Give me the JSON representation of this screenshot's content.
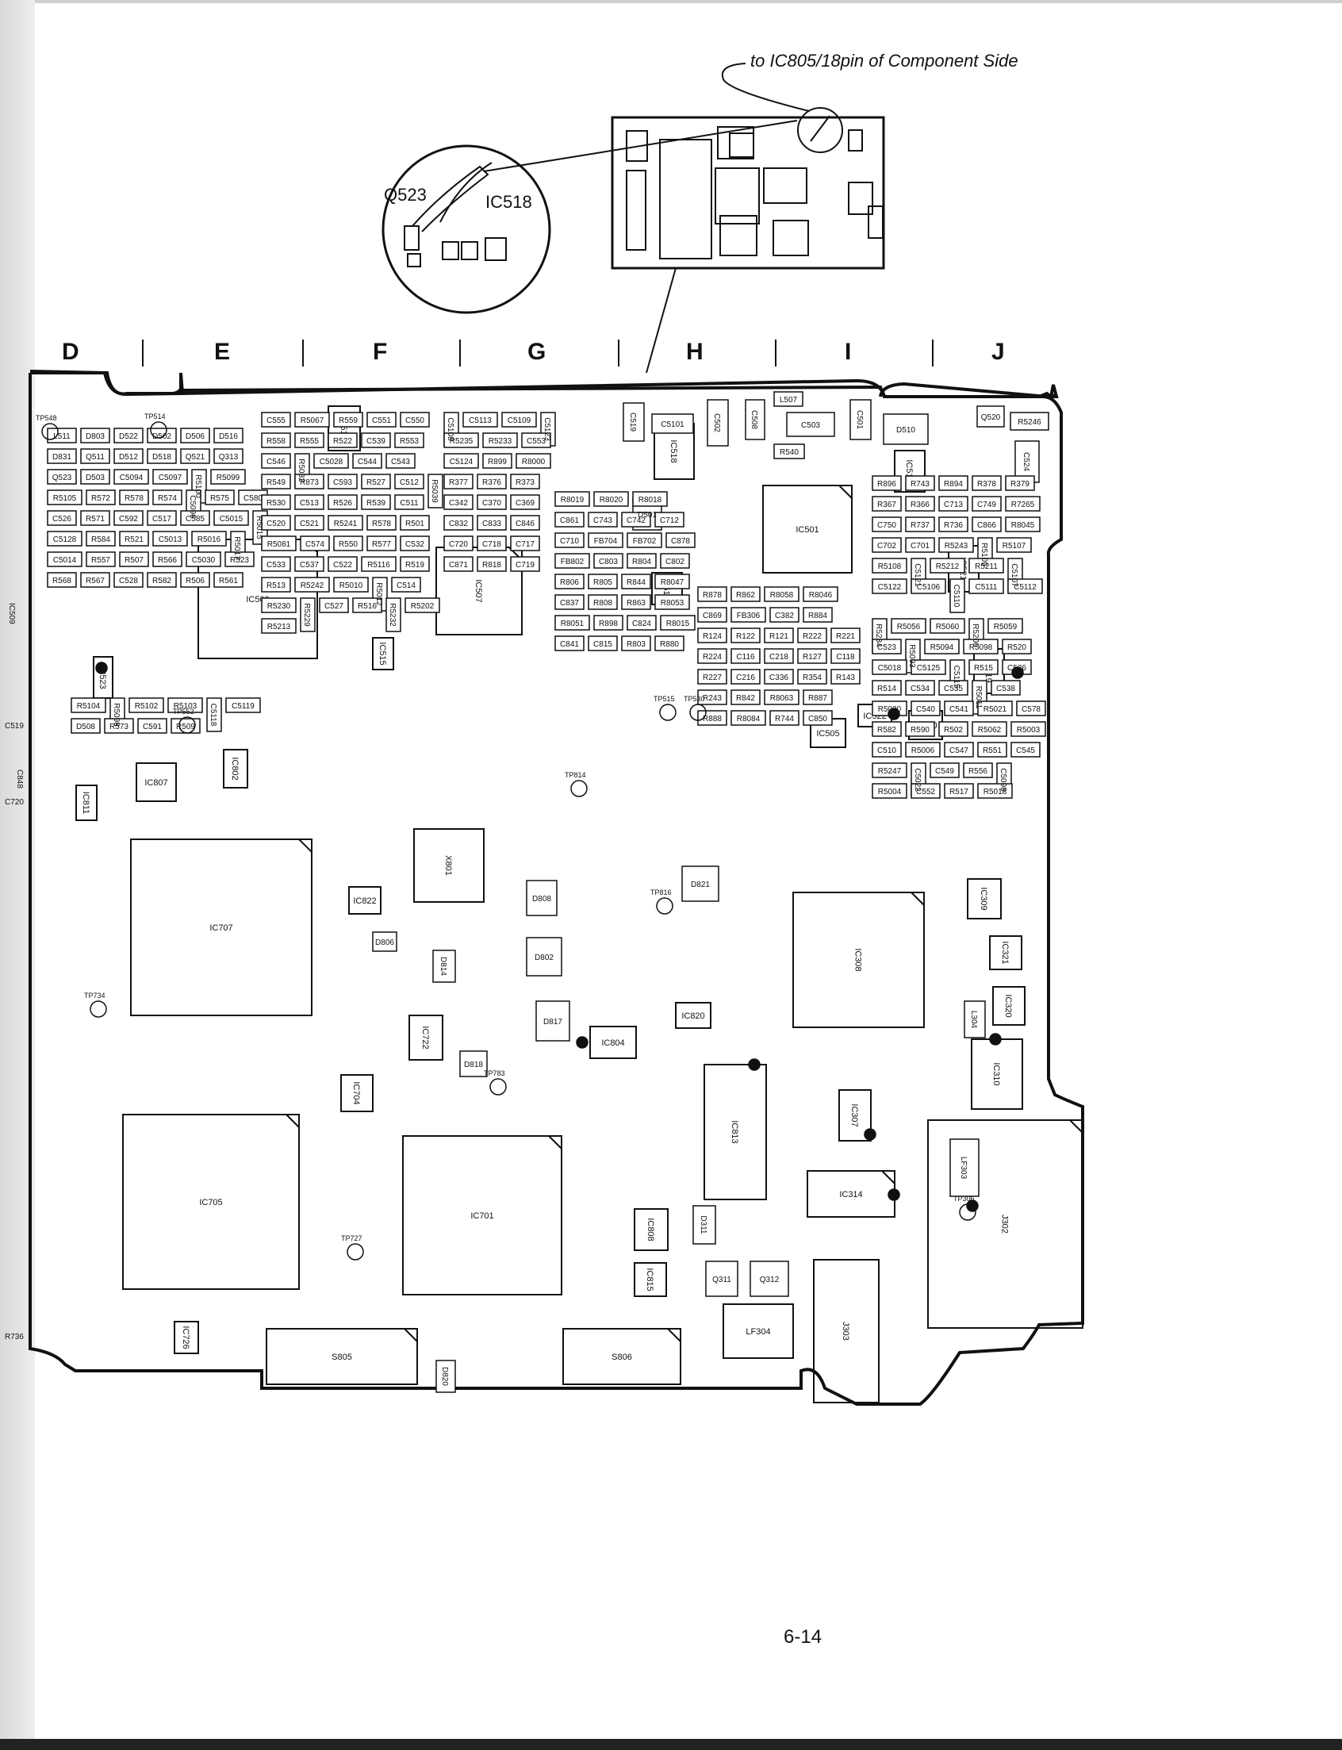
{
  "callout_text": "to IC805/18pin of Component Side",
  "page_number": "6-14",
  "inset": {
    "labels": [
      "Q523",
      "IC518"
    ]
  },
  "grid_columns": [
    "D",
    "E",
    "F",
    "G",
    "H",
    "I",
    "J"
  ],
  "side_labels": [
    "IC509",
    "C519",
    "C848",
    "C720",
    "R736"
  ],
  "components": [
    {
      "ref": "IC509",
      "kind": "chip"
    },
    {
      "ref": "IC507",
      "kind": "chip"
    },
    {
      "ref": "IC501",
      "kind": "chip"
    },
    {
      "ref": "IC707",
      "kind": "chip"
    },
    {
      "ref": "IC705",
      "kind": "chip"
    },
    {
      "ref": "IC701",
      "kind": "chip"
    },
    {
      "ref": "IC308",
      "kind": "chip"
    },
    {
      "ref": "IC813",
      "kind": "chip"
    },
    {
      "ref": "IC314",
      "kind": "chip"
    },
    {
      "ref": "X801",
      "kind": "chip"
    },
    {
      "ref": "J302",
      "kind": "chip"
    },
    {
      "ref": "J303",
      "kind": "chip"
    },
    {
      "ref": "S805",
      "kind": "chip"
    },
    {
      "ref": "S806",
      "kind": "chip"
    },
    {
      "ref": "IC518",
      "kind": "chip"
    },
    {
      "ref": "IC517",
      "kind": "chip"
    },
    {
      "ref": "IC521",
      "kind": "chip"
    },
    {
      "ref": "IC519",
      "kind": "chip"
    },
    {
      "ref": "IC510",
      "kind": "chip"
    },
    {
      "ref": "IC505",
      "kind": "chip"
    },
    {
      "ref": "IC516",
      "kind": "chip"
    },
    {
      "ref": "IC512",
      "kind": "chip"
    },
    {
      "ref": "IC515",
      "kind": "chip"
    },
    {
      "ref": "IC802",
      "kind": "chip"
    },
    {
      "ref": "IC807",
      "kind": "chip"
    },
    {
      "ref": "IC822",
      "kind": "chip"
    },
    {
      "ref": "IC722",
      "kind": "chip"
    },
    {
      "ref": "IC704",
      "kind": "chip"
    },
    {
      "ref": "IC804",
      "kind": "chip"
    },
    {
      "ref": "IC820",
      "kind": "chip"
    },
    {
      "ref": "IC309",
      "kind": "chip"
    },
    {
      "ref": "IC321",
      "kind": "chip"
    },
    {
      "ref": "IC320",
      "kind": "chip"
    },
    {
      "ref": "IC310",
      "kind": "chip"
    },
    {
      "ref": "IC307",
      "kind": "chip"
    },
    {
      "ref": "IC808",
      "kind": "chip"
    },
    {
      "ref": "IC815",
      "kind": "chip"
    },
    {
      "ref": "IC726",
      "kind": "chip"
    },
    {
      "ref": "IC811",
      "kind": "chip"
    },
    {
      "ref": "IC523",
      "kind": "chip"
    },
    {
      "ref": "IC522",
      "kind": "chip"
    },
    {
      "ref": "LF304",
      "kind": "chip"
    },
    {
      "ref": "LF303",
      "kind": "small"
    },
    {
      "ref": "L304",
      "kind": "small"
    },
    {
      "ref": "L511",
      "kind": "small"
    },
    {
      "ref": "L507",
      "kind": "small"
    },
    {
      "ref": "D510",
      "kind": "small"
    },
    {
      "ref": "Q520",
      "kind": "small"
    },
    {
      "ref": "D501",
      "kind": "small"
    },
    {
      "ref": "D821",
      "kind": "small"
    },
    {
      "ref": "D817",
      "kind": "small"
    },
    {
      "ref": "D818",
      "kind": "small"
    },
    {
      "ref": "D820",
      "kind": "small"
    },
    {
      "ref": "D806",
      "kind": "small"
    },
    {
      "ref": "D814",
      "kind": "small"
    },
    {
      "ref": "D808",
      "kind": "small"
    },
    {
      "ref": "D802",
      "kind": "small"
    },
    {
      "ref": "D803",
      "kind": "small"
    },
    {
      "ref": "D522",
      "kind": "small"
    },
    {
      "ref": "D502",
      "kind": "small"
    },
    {
      "ref": "D506",
      "kind": "small"
    },
    {
      "ref": "D516",
      "kind": "small"
    },
    {
      "ref": "D831",
      "kind": "small"
    },
    {
      "ref": "D311",
      "kind": "small"
    },
    {
      "ref": "Q311",
      "kind": "small"
    },
    {
      "ref": "Q312",
      "kind": "small"
    },
    {
      "ref": "Q511",
      "kind": "small"
    },
    {
      "ref": "D512",
      "kind": "small"
    },
    {
      "ref": "D518",
      "kind": "small"
    },
    {
      "ref": "Q521",
      "kind": "small"
    },
    {
      "ref": "Q313",
      "kind": "small"
    },
    {
      "ref": "Q523",
      "kind": "small"
    },
    {
      "ref": "D503",
      "kind": "small"
    },
    {
      "ref": "C503",
      "kind": "small"
    },
    {
      "ref": "C5101",
      "kind": "small"
    },
    {
      "ref": "C519",
      "kind": "small"
    },
    {
      "ref": "C502",
      "kind": "small"
    },
    {
      "ref": "C508",
      "kind": "small"
    },
    {
      "ref": "C501",
      "kind": "small"
    },
    {
      "ref": "R540",
      "kind": "small"
    },
    {
      "ref": "R5246",
      "kind": "small"
    },
    {
      "ref": "C524",
      "kind": "small"
    },
    {
      "ref": "C5094",
      "kind": "small"
    },
    {
      "ref": "C5097",
      "kind": "small"
    },
    {
      "ref": "R5100",
      "kind": "small"
    },
    {
      "ref": "R5099",
      "kind": "small"
    },
    {
      "ref": "R5105",
      "kind": "small"
    },
    {
      "ref": "R572",
      "kind": "small"
    },
    {
      "ref": "R578",
      "kind": "small"
    },
    {
      "ref": "R574",
      "kind": "small"
    },
    {
      "ref": "C5096",
      "kind": "small"
    },
    {
      "ref": "R575",
      "kind": "small"
    },
    {
      "ref": "C580",
      "kind": "small"
    },
    {
      "ref": "C526",
      "kind": "small"
    },
    {
      "ref": "R571",
      "kind": "small"
    },
    {
      "ref": "C592",
      "kind": "small"
    },
    {
      "ref": "C517",
      "kind": "small"
    },
    {
      "ref": "C585",
      "kind": "small"
    },
    {
      "ref": "C5015",
      "kind": "small"
    },
    {
      "ref": "R5015",
      "kind": "small"
    },
    {
      "ref": "C5128",
      "kind": "small"
    },
    {
      "ref": "R584",
      "kind": "small"
    },
    {
      "ref": "R521",
      "kind": "small"
    },
    {
      "ref": "C5013",
      "kind": "small"
    },
    {
      "ref": "R5016",
      "kind": "small"
    },
    {
      "ref": "R5017",
      "kind": "small"
    },
    {
      "ref": "C5014",
      "kind": "small"
    },
    {
      "ref": "R557",
      "kind": "small"
    },
    {
      "ref": "R507",
      "kind": "small"
    },
    {
      "ref": "R566",
      "kind": "small"
    },
    {
      "ref": "C5030",
      "kind": "small"
    },
    {
      "ref": "R523",
      "kind": "small"
    },
    {
      "ref": "R568",
      "kind": "small"
    },
    {
      "ref": "R567",
      "kind": "small"
    },
    {
      "ref": "C528",
      "kind": "small"
    },
    {
      "ref": "R582",
      "kind": "small"
    },
    {
      "ref": "R506",
      "kind": "small"
    },
    {
      "ref": "R561",
      "kind": "small"
    },
    {
      "ref": "C555",
      "kind": "small"
    },
    {
      "ref": "R5067",
      "kind": "small"
    },
    {
      "ref": "R559",
      "kind": "small"
    },
    {
      "ref": "C551",
      "kind": "small"
    },
    {
      "ref": "C550",
      "kind": "small"
    },
    {
      "ref": "R558",
      "kind": "small"
    },
    {
      "ref": "R555",
      "kind": "small"
    },
    {
      "ref": "R522",
      "kind": "small"
    },
    {
      "ref": "C539",
      "kind": "small"
    },
    {
      "ref": "R553",
      "kind": "small"
    },
    {
      "ref": "C546",
      "kind": "small"
    },
    {
      "ref": "R5032",
      "kind": "small"
    },
    {
      "ref": "C5028",
      "kind": "small"
    },
    {
      "ref": "C544",
      "kind": "small"
    },
    {
      "ref": "C543",
      "kind": "small"
    },
    {
      "ref": "R549",
      "kind": "small"
    },
    {
      "ref": "R873",
      "kind": "small"
    },
    {
      "ref": "C593",
      "kind": "small"
    },
    {
      "ref": "R527",
      "kind": "small"
    },
    {
      "ref": "C512",
      "kind": "small"
    },
    {
      "ref": "R5039",
      "kind": "small"
    },
    {
      "ref": "R530",
      "kind": "small"
    },
    {
      "ref": "C513",
      "kind": "small"
    },
    {
      "ref": "R526",
      "kind": "small"
    },
    {
      "ref": "R539",
      "kind": "small"
    },
    {
      "ref": "C511",
      "kind": "small"
    },
    {
      "ref": "C520",
      "kind": "small"
    },
    {
      "ref": "C521",
      "kind": "small"
    },
    {
      "ref": "R5241",
      "kind": "small"
    },
    {
      "ref": "R578",
      "kind": "small"
    },
    {
      "ref": "R501",
      "kind": "small"
    },
    {
      "ref": "R5081",
      "kind": "small"
    },
    {
      "ref": "C574",
      "kind": "small"
    },
    {
      "ref": "R550",
      "kind": "small"
    },
    {
      "ref": "R577",
      "kind": "small"
    },
    {
      "ref": "C532",
      "kind": "small"
    },
    {
      "ref": "C533",
      "kind": "small"
    },
    {
      "ref": "C537",
      "kind": "small"
    },
    {
      "ref": "C522",
      "kind": "small"
    },
    {
      "ref": "R5116",
      "kind": "small"
    },
    {
      "ref": "R519",
      "kind": "small"
    },
    {
      "ref": "R513",
      "kind": "small"
    },
    {
      "ref": "R5242",
      "kind": "small"
    },
    {
      "ref": "R5010",
      "kind": "small"
    },
    {
      "ref": "R5012",
      "kind": "small"
    },
    {
      "ref": "C514",
      "kind": "small"
    },
    {
      "ref": "R5230",
      "kind": "small"
    },
    {
      "ref": "R5229",
      "kind": "small"
    },
    {
      "ref": "C527",
      "kind": "small"
    },
    {
      "ref": "R516",
      "kind": "small"
    },
    {
      "ref": "R5232",
      "kind": "small"
    },
    {
      "ref": "R5202",
      "kind": "small"
    },
    {
      "ref": "R5213",
      "kind": "small"
    },
    {
      "ref": "C5108",
      "kind": "small"
    },
    {
      "ref": "C5113",
      "kind": "small"
    },
    {
      "ref": "C5109",
      "kind": "small"
    },
    {
      "ref": "C5123",
      "kind": "small"
    },
    {
      "ref": "R5235",
      "kind": "small"
    },
    {
      "ref": "R5233",
      "kind": "small"
    },
    {
      "ref": "C553",
      "kind": "small"
    },
    {
      "ref": "C5124",
      "kind": "small"
    },
    {
      "ref": "R899",
      "kind": "small"
    },
    {
      "ref": "R8000",
      "kind": "small"
    },
    {
      "ref": "R377",
      "kind": "small"
    },
    {
      "ref": "R376",
      "kind": "small"
    },
    {
      "ref": "R373",
      "kind": "small"
    },
    {
      "ref": "C342",
      "kind": "small"
    },
    {
      "ref": "C370",
      "kind": "small"
    },
    {
      "ref": "C369",
      "kind": "small"
    },
    {
      "ref": "C832",
      "kind": "small"
    },
    {
      "ref": "C833",
      "kind": "small"
    },
    {
      "ref": "C846",
      "kind": "small"
    },
    {
      "ref": "C720",
      "kind": "small"
    },
    {
      "ref": "C718",
      "kind": "small"
    },
    {
      "ref": "C717",
      "kind": "small"
    },
    {
      "ref": "C871",
      "kind": "small"
    },
    {
      "ref": "R818",
      "kind": "small"
    },
    {
      "ref": "C719",
      "kind": "small"
    },
    {
      "ref": "R8019",
      "kind": "small"
    },
    {
      "ref": "R8020",
      "kind": "small"
    },
    {
      "ref": "R8018",
      "kind": "small"
    },
    {
      "ref": "C861",
      "kind": "small"
    },
    {
      "ref": "C743",
      "kind": "small"
    },
    {
      "ref": "C742",
      "kind": "small"
    },
    {
      "ref": "C712",
      "kind": "small"
    },
    {
      "ref": "C710",
      "kind": "small"
    },
    {
      "ref": "FB704",
      "kind": "small"
    },
    {
      "ref": "FB702",
      "kind": "small"
    },
    {
      "ref": "C878",
      "kind": "small"
    },
    {
      "ref": "FB802",
      "kind": "small"
    },
    {
      "ref": "C803",
      "kind": "small"
    },
    {
      "ref": "R804",
      "kind": "small"
    },
    {
      "ref": "C802",
      "kind": "small"
    },
    {
      "ref": "R806",
      "kind": "small"
    },
    {
      "ref": "R805",
      "kind": "small"
    },
    {
      "ref": "R844",
      "kind": "small"
    },
    {
      "ref": "R8047",
      "kind": "small"
    },
    {
      "ref": "C837",
      "kind": "small"
    },
    {
      "ref": "R808",
      "kind": "small"
    },
    {
      "ref": "R863",
      "kind": "small"
    },
    {
      "ref": "R8053",
      "kind": "small"
    },
    {
      "ref": "R8051",
      "kind": "small"
    },
    {
      "ref": "R898",
      "kind": "small"
    },
    {
      "ref": "C824",
      "kind": "small"
    },
    {
      "ref": "R8015",
      "kind": "small"
    },
    {
      "ref": "C841",
      "kind": "small"
    },
    {
      "ref": "C815",
      "kind": "small"
    },
    {
      "ref": "R803",
      "kind": "small"
    },
    {
      "ref": "R880",
      "kind": "small"
    },
    {
      "ref": "R878",
      "kind": "small"
    },
    {
      "ref": "R862",
      "kind": "small"
    },
    {
      "ref": "R8058",
      "kind": "small"
    },
    {
      "ref": "R8046",
      "kind": "small"
    },
    {
      "ref": "C869",
      "kind": "small"
    },
    {
      "ref": "FB306",
      "kind": "small"
    },
    {
      "ref": "C382",
      "kind": "small"
    },
    {
      "ref": "R884",
      "kind": "small"
    },
    {
      "ref": "R124",
      "kind": "small"
    },
    {
      "ref": "R122",
      "kind": "small"
    },
    {
      "ref": "R121",
      "kind": "small"
    },
    {
      "ref": "R222",
      "kind": "small"
    },
    {
      "ref": "R221",
      "kind": "small"
    },
    {
      "ref": "R224",
      "kind": "small"
    },
    {
      "ref": "C116",
      "kind": "small"
    },
    {
      "ref": "C218",
      "kind": "small"
    },
    {
      "ref": "R127",
      "kind": "small"
    },
    {
      "ref": "C118",
      "kind": "small"
    },
    {
      "ref": "R227",
      "kind": "small"
    },
    {
      "ref": "C216",
      "kind": "small"
    },
    {
      "ref": "C336",
      "kind": "small"
    },
    {
      "ref": "R354",
      "kind": "small"
    },
    {
      "ref": "R143",
      "kind": "small"
    },
    {
      "ref": "R243",
      "kind": "small"
    },
    {
      "ref": "R842",
      "kind": "small"
    },
    {
      "ref": "R8063",
      "kind": "small"
    },
    {
      "ref": "R887",
      "kind": "small"
    },
    {
      "ref": "R888",
      "kind": "small"
    },
    {
      "ref": "R8084",
      "kind": "small"
    },
    {
      "ref": "R744",
      "kind": "small"
    },
    {
      "ref": "C850",
      "kind": "small"
    },
    {
      "ref": "R896",
      "kind": "small"
    },
    {
      "ref": "R743",
      "kind": "small"
    },
    {
      "ref": "R894",
      "kind": "small"
    },
    {
      "ref": "R378",
      "kind": "small"
    },
    {
      "ref": "R379",
      "kind": "small"
    },
    {
      "ref": "R367",
      "kind": "small"
    },
    {
      "ref": "R366",
      "kind": "small"
    },
    {
      "ref": "C713",
      "kind": "small"
    },
    {
      "ref": "C749",
      "kind": "small"
    },
    {
      "ref": "R7265",
      "kind": "small"
    },
    {
      "ref": "C750",
      "kind": "small"
    },
    {
      "ref": "R737",
      "kind": "small"
    },
    {
      "ref": "R736",
      "kind": "small"
    },
    {
      "ref": "C866",
      "kind": "small"
    },
    {
      "ref": "R8045",
      "kind": "small"
    },
    {
      "ref": "C702",
      "kind": "small"
    },
    {
      "ref": "C701",
      "kind": "small"
    },
    {
      "ref": "R5243",
      "kind": "small"
    },
    {
      "ref": "R5109",
      "kind": "small"
    },
    {
      "ref": "R5107",
      "kind": "small"
    },
    {
      "ref": "R5108",
      "kind": "small"
    },
    {
      "ref": "C5121",
      "kind": "small"
    },
    {
      "ref": "R5212",
      "kind": "small"
    },
    {
      "ref": "R5211",
      "kind": "small"
    },
    {
      "ref": "C5107",
      "kind": "small"
    },
    {
      "ref": "C5122",
      "kind": "small"
    },
    {
      "ref": "C5106",
      "kind": "small"
    },
    {
      "ref": "C5110",
      "kind": "small"
    },
    {
      "ref": "C5111",
      "kind": "small"
    },
    {
      "ref": "C5112",
      "kind": "small"
    },
    {
      "ref": "R5234",
      "kind": "small"
    },
    {
      "ref": "R5056",
      "kind": "small"
    },
    {
      "ref": "R5060",
      "kind": "small"
    },
    {
      "ref": "R5200",
      "kind": "small"
    },
    {
      "ref": "R5059",
      "kind": "small"
    },
    {
      "ref": "C523",
      "kind": "small"
    },
    {
      "ref": "R5093",
      "kind": "small"
    },
    {
      "ref": "R5094",
      "kind": "small"
    },
    {
      "ref": "R5098",
      "kind": "small"
    },
    {
      "ref": "R520",
      "kind": "small"
    },
    {
      "ref": "C5018",
      "kind": "small"
    },
    {
      "ref": "C5125",
      "kind": "small"
    },
    {
      "ref": "C5115",
      "kind": "small"
    },
    {
      "ref": "R515",
      "kind": "small"
    },
    {
      "ref": "C536",
      "kind": "small"
    },
    {
      "ref": "R514",
      "kind": "small"
    },
    {
      "ref": "C534",
      "kind": "small"
    },
    {
      "ref": "C535",
      "kind": "small"
    },
    {
      "ref": "R5011",
      "kind": "small"
    },
    {
      "ref": "C538",
      "kind": "small"
    },
    {
      "ref": "R5020",
      "kind": "small"
    },
    {
      "ref": "C540",
      "kind": "small"
    },
    {
      "ref": "C541",
      "kind": "small"
    },
    {
      "ref": "R5021",
      "kind": "small"
    },
    {
      "ref": "C578",
      "kind": "small"
    },
    {
      "ref": "R582",
      "kind": "small"
    },
    {
      "ref": "R590",
      "kind": "small"
    },
    {
      "ref": "R502",
      "kind": "small"
    },
    {
      "ref": "R5062",
      "kind": "small"
    },
    {
      "ref": "R5003",
      "kind": "small"
    },
    {
      "ref": "C510",
      "kind": "small"
    },
    {
      "ref": "R5006",
      "kind": "small"
    },
    {
      "ref": "C547",
      "kind": "small"
    },
    {
      "ref": "R551",
      "kind": "small"
    },
    {
      "ref": "C545",
      "kind": "small"
    },
    {
      "ref": "R5247",
      "kind": "small"
    },
    {
      "ref": "C5022",
      "kind": "small"
    },
    {
      "ref": "C549",
      "kind": "small"
    },
    {
      "ref": "R556",
      "kind": "small"
    },
    {
      "ref": "C5098",
      "kind": "small"
    },
    {
      "ref": "R5004",
      "kind": "small"
    },
    {
      "ref": "C552",
      "kind": "small"
    },
    {
      "ref": "R517",
      "kind": "small"
    },
    {
      "ref": "R5018",
      "kind": "small"
    },
    {
      "ref": "R5104",
      "kind": "small"
    },
    {
      "ref": "R5098",
      "kind": "small"
    },
    {
      "ref": "R5102",
      "kind": "small"
    },
    {
      "ref": "R5103",
      "kind": "small"
    },
    {
      "ref": "C5118",
      "kind": "small"
    },
    {
      "ref": "C5119",
      "kind": "small"
    },
    {
      "ref": "D508",
      "kind": "small"
    },
    {
      "ref": "R573",
      "kind": "small"
    },
    {
      "ref": "C591",
      "kind": "small"
    },
    {
      "ref": "R509",
      "kind": "small"
    }
  ],
  "test_points": [
    "TP548",
    "TP514",
    "TP552",
    "TP734",
    "TP727",
    "TP783",
    "TP816",
    "TP515",
    "TP530",
    "TP306",
    "TP814"
  ]
}
